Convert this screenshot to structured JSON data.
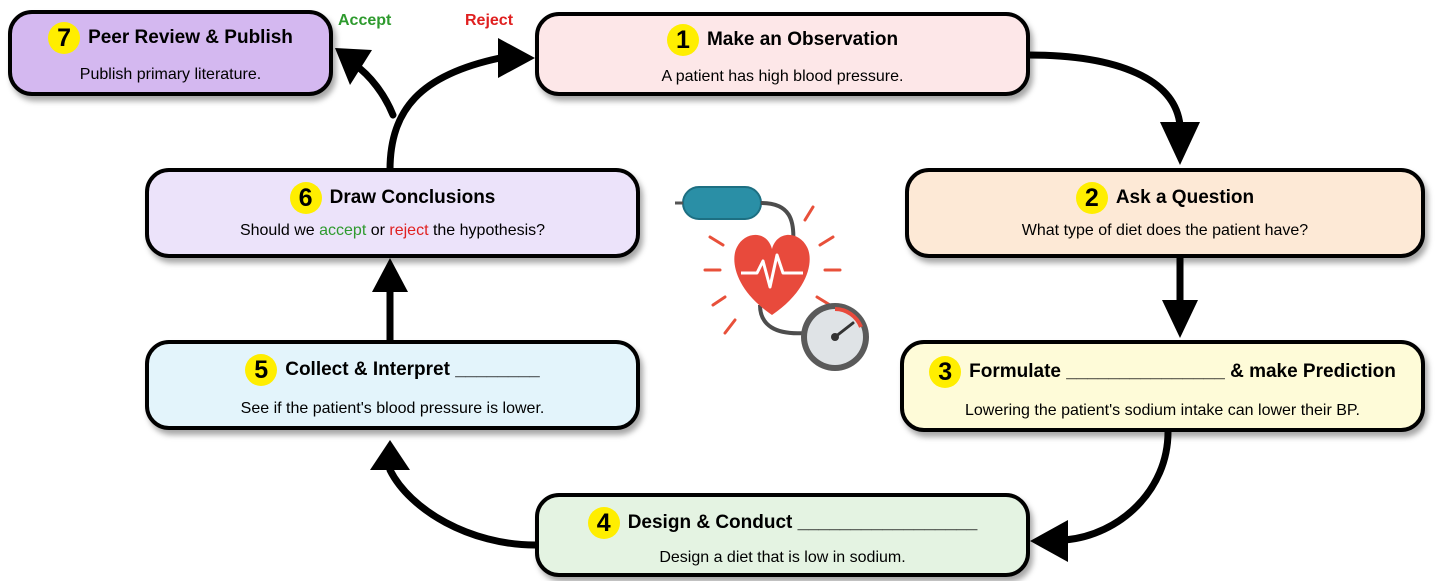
{
  "labels": {
    "accept": "Accept",
    "reject": "Reject"
  },
  "steps": [
    {
      "number": "1",
      "title": "Make an Observation",
      "text": "A patient has high blood pressure.",
      "color": "#fde7e8"
    },
    {
      "number": "2",
      "title": "Ask a Question",
      "text": "What type of diet does the patient have?",
      "color": "#fde9d6"
    },
    {
      "number": "3",
      "title": "Formulate _______________ & make Prediction",
      "text": "Lowering the patient's sodium intake can lower their BP.",
      "color": "#fefbd8"
    },
    {
      "number": "4",
      "title": "Design & Conduct _________________",
      "text": "Design a diet that is low in sodium.",
      "color": "#e4f3e2"
    },
    {
      "number": "5",
      "title": "Collect & Interpret ________",
      "text": "See if the patient's blood pressure is lower.",
      "color": "#e3f4fb"
    },
    {
      "number": "6",
      "title": "Draw Conclusions",
      "text_parts": [
        "Should we ",
        "accept",
        " or ",
        "reject",
        " the hypothesis?"
      ],
      "color": "#ece3fa"
    },
    {
      "number": "7",
      "title": "Peer Review & Publish",
      "text": "Publish primary literature.",
      "color": "#d4b8f0"
    }
  ],
  "icons": {
    "center": "blood-pressure-heart-icon",
    "badge_color": "#ffee00"
  }
}
